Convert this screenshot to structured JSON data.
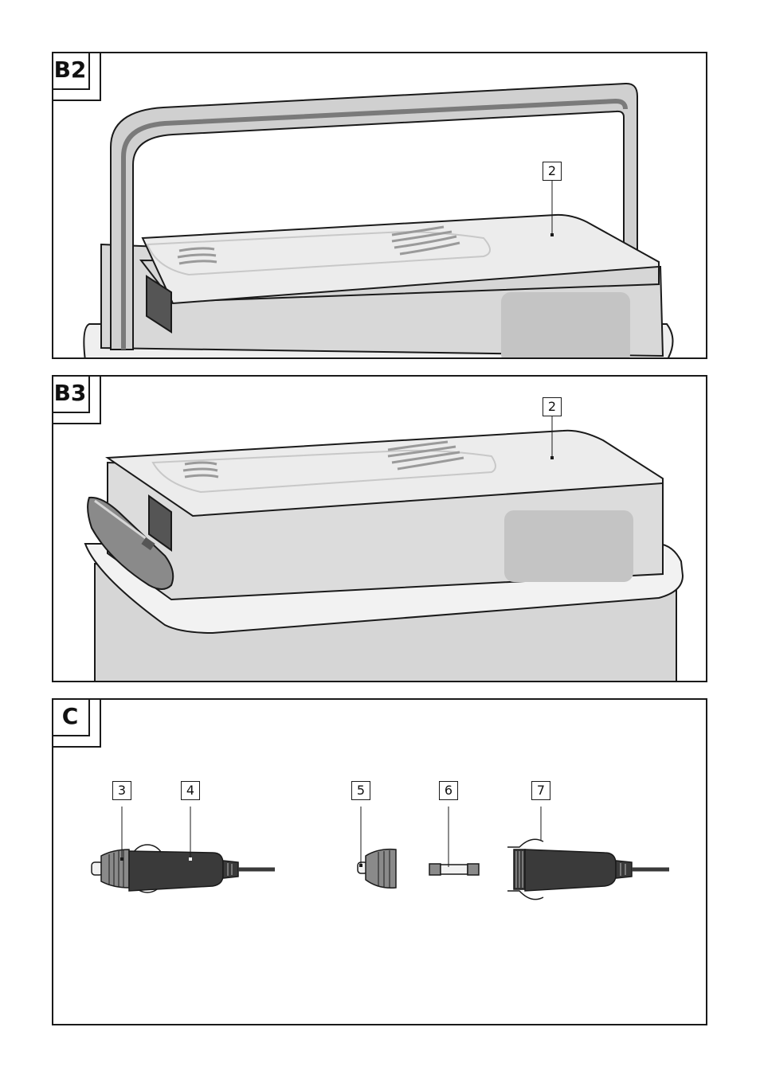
{
  "panels": {
    "b2": {
      "label": "B2",
      "callouts": [
        "2"
      ]
    },
    "b3": {
      "label": "B3",
      "callouts": [
        "2"
      ]
    },
    "c": {
      "label": "C",
      "callouts": [
        "3",
        "4",
        "5",
        "6",
        "7"
      ]
    }
  },
  "colors": {
    "outline": "#1a1a1a",
    "lid": "#ececec",
    "body": "#d6d6d6",
    "dark_grey": "#7a7a7a",
    "plug_dark": "#3a3a3a",
    "label_area": "#c4c4c4"
  }
}
